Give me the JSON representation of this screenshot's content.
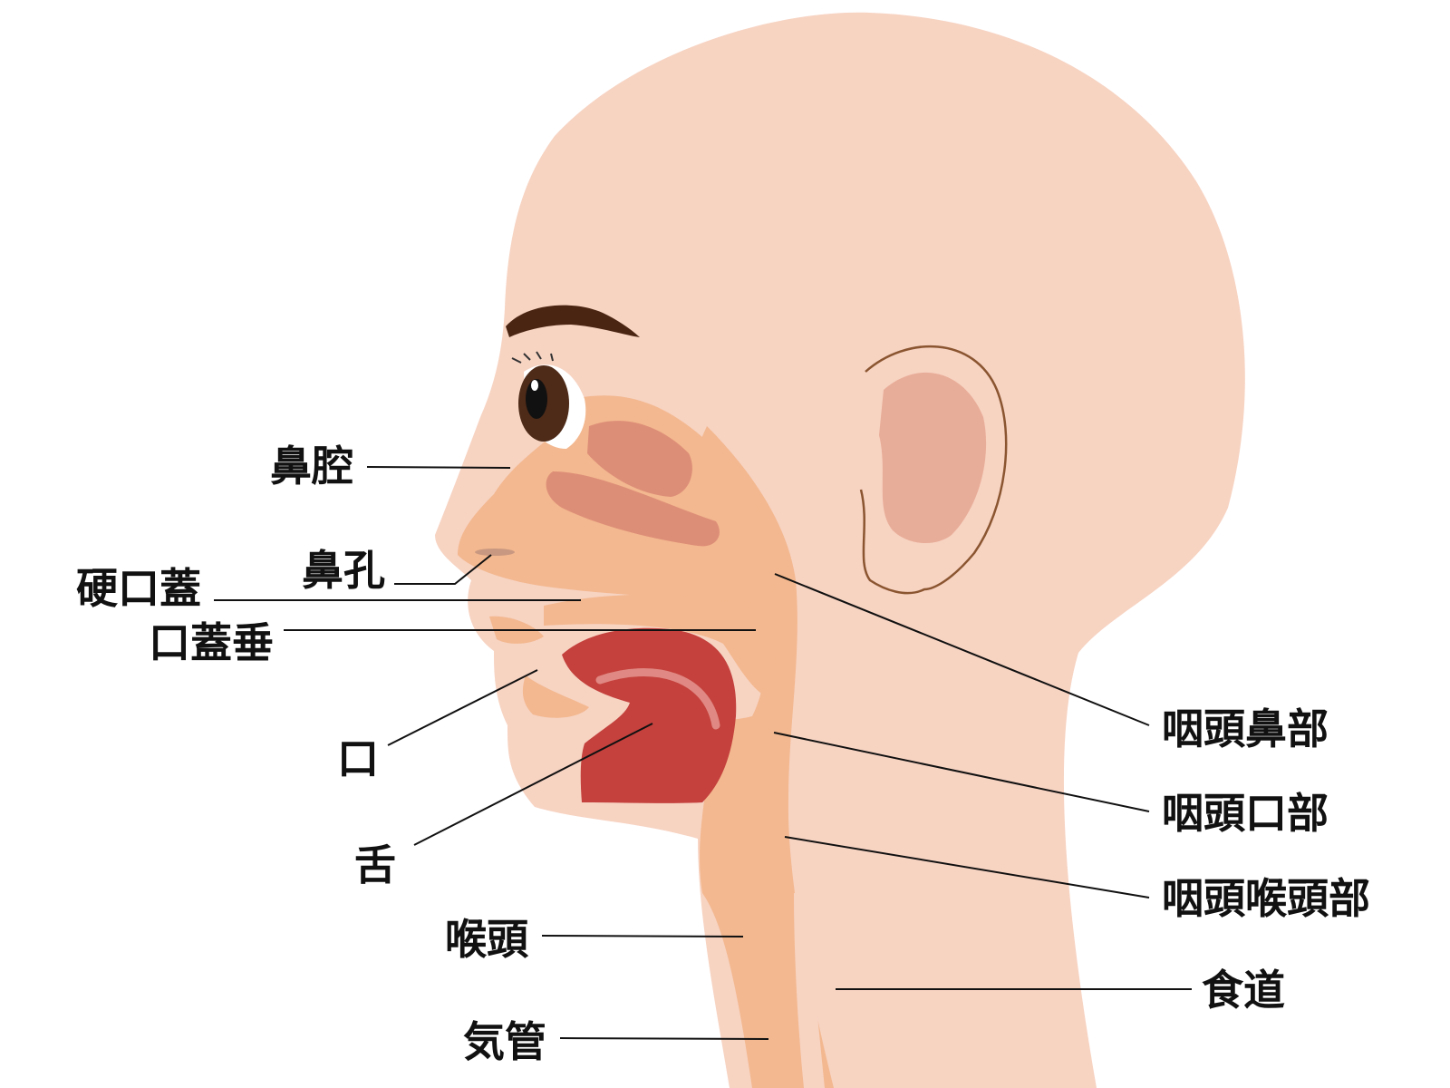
{
  "colors": {
    "skin": "#f7d3c2",
    "cavity": "#f3b88f",
    "cavity_shadow": "#dd8e77",
    "tongue": "#c4413d",
    "eyebrow": "#4a2512",
    "iris": "#4e2a18",
    "ear_outline": "#8a5530",
    "line": "#111111"
  },
  "labels": {
    "nasal_cavity": "鼻腔",
    "nostril": "鼻孔",
    "hard_palate": "硬口蓋",
    "uvula": "口蓋垂",
    "mouth": "口",
    "tongue": "舌",
    "larynx": "喉頭",
    "trachea": "気管",
    "nasopharynx": "咽頭鼻部",
    "oropharynx": "咽頭口部",
    "laryngopharynx": "咽頭喉頭部",
    "esophagus": "食道"
  }
}
